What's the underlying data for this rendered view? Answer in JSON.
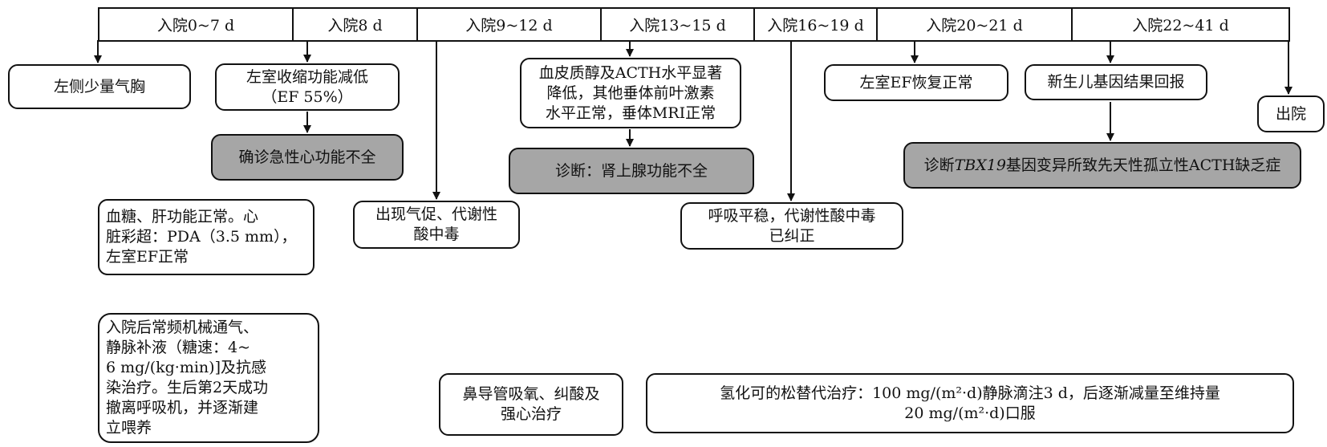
{
  "timeline": {
    "periods": [
      "入院0~7 d",
      "入院8 d",
      "入院9~12 d",
      "入院13~15 d",
      "入院16~19 d",
      "入院20~21 d",
      "入院22~41 d"
    ]
  },
  "boxes": {
    "left_pneumothorax": "左侧少量气胸",
    "lv_systolic": [
      "左室收缩功能减低",
      "（EF 55%）"
    ],
    "acute_cardiac_dx": "确诊急性心功能不全",
    "glucose_liver": [
      "血糖、肝功能正常。心",
      "脏彩超：PDA（3.5 mm），",
      "左室EF正常"
    ],
    "admission_treatment": [
      "入院后常频机械通气、",
      "静脉补液（糖速：4~",
      "6 mg/(kg·min)]及抗感",
      "染治疗。生后第2天成功",
      "撤离呼吸机，并逐渐建",
      "立喂养"
    ],
    "acidosis": [
      "出现气促、代谢性",
      "酸中毒"
    ],
    "nasal_oxygen": [
      "鼻导管吸氧、纠酸及",
      "强心治疗"
    ],
    "cortisol_acth": [
      "血皮质醇及ACTH水平显著",
      "降低，其他垂体前叶激素",
      "水平正常，垂体MRI正常"
    ],
    "adrenal_dx": "诊断：肾上腺功能不全",
    "respiration_stable": [
      "呼吸平稳，代谢性酸中毒",
      "已纠正"
    ],
    "hydrocortisone": [
      "氢化可的松替代治疗：100 mg/(m²·d)静脉滴注3 d，后逐渐减量至维持量",
      "20 mg/(m²·d)口服"
    ],
    "lv_ef_recovered": "左室EF恢复正常",
    "gene_result": "新生儿基因结果回报",
    "tbx19_dx": {
      "prefix": "诊断",
      "gene": "TBX19",
      "suffix": "基因变异所致先天性孤立性ACTH缺乏症"
    },
    "discharge": "出院"
  }
}
